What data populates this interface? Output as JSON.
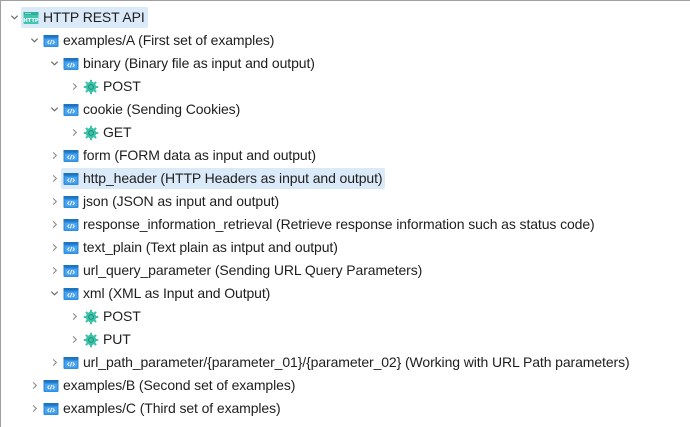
{
  "colors": {
    "selection": "#dbeaf8",
    "http_icon": "#3ec6b0",
    "folder_icon": "#2f8fe0",
    "gear_icon": "#3cc2a8",
    "chevron": "#6b6b6b"
  },
  "tree": {
    "root": {
      "label": "HTTP REST API",
      "icon": "http-icon",
      "expanded": true,
      "selected": true
    },
    "items": [
      {
        "label": "examples/A (First set of examples)",
        "level": 1,
        "icon": "resource-folder-icon",
        "expanded": true
      },
      {
        "label": "binary (Binary file as input and output)",
        "level": 2,
        "icon": "resource-folder-icon",
        "expanded": true
      },
      {
        "label": "POST",
        "level": 3,
        "icon": "gear-icon",
        "expanded": false
      },
      {
        "label": "cookie (Sending Cookies)",
        "level": 2,
        "icon": "resource-folder-icon",
        "expanded": true
      },
      {
        "label": "GET",
        "level": 3,
        "icon": "gear-icon",
        "expanded": false
      },
      {
        "label": "form (FORM data as input and output)",
        "level": 2,
        "icon": "resource-folder-icon",
        "expanded": false
      },
      {
        "label": "http_header (HTTP Headers as input and output)",
        "level": 2,
        "icon": "resource-folder-icon",
        "expanded": false,
        "selected": true
      },
      {
        "label": "json (JSON as input and output)",
        "level": 2,
        "icon": "resource-folder-icon",
        "expanded": false
      },
      {
        "label": "response_information_retrieval (Retrieve response information such as status code)",
        "level": 2,
        "icon": "resource-folder-icon",
        "expanded": false
      },
      {
        "label": "text_plain (Text plain as intput and output)",
        "level": 2,
        "icon": "resource-folder-icon",
        "expanded": false
      },
      {
        "label": "url_query_parameter (Sending URL Query Parameters)",
        "level": 2,
        "icon": "resource-folder-icon",
        "expanded": false
      },
      {
        "label": "xml (XML as Input and Output)",
        "level": 2,
        "icon": "resource-folder-icon",
        "expanded": true
      },
      {
        "label": "POST",
        "level": 3,
        "icon": "gear-icon",
        "expanded": false
      },
      {
        "label": "PUT",
        "level": 3,
        "icon": "gear-icon",
        "expanded": false
      },
      {
        "label": "url_path_parameter/{parameter_01}/{parameter_02} (Working with URL Path parameters)",
        "level": 2,
        "icon": "resource-folder-icon",
        "expanded": false
      },
      {
        "label": "examples/B (Second set of examples)",
        "level": 1,
        "icon": "resource-folder-icon",
        "expanded": false
      },
      {
        "label": "examples/C (Third set of examples)",
        "level": 1,
        "icon": "resource-folder-icon",
        "expanded": false
      }
    ]
  }
}
